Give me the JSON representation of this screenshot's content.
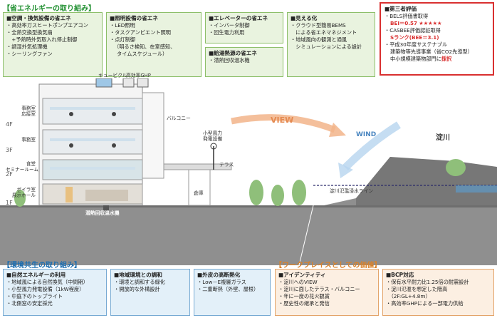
{
  "energy": {
    "header": "【省エネルギーの取り組み】",
    "hvac": {
      "title": "■空調・換気設備の省エネ",
      "lines": [
        "・高効率ガスヒートポンプエアコン",
        "・全熱交換型換気扇",
        "　+予熱時外気取入れ停止制御",
        "・調湿外気処理機",
        "・シーリングファン"
      ]
    },
    "lighting": {
      "title": "■照明設備の省エネ",
      "lines": [
        "・LED照明",
        "・タスクアンビエント照明",
        "・点灯制御",
        "（明るさ検知、在室感知、",
        "タイムスケジュール）"
      ]
    },
    "elevator": {
      "title": "■エレベーターの省エネ",
      "lines": [
        "・インバータ制御",
        "・回生電力利用"
      ]
    },
    "hotwater": {
      "title": "■給湯熱源の省エネ",
      "lines": [
        "・潜熱回収温水機"
      ]
    },
    "visual": {
      "title": "■見える化",
      "lines": [
        "・クラウド型簡易BEMS",
        "　による省エネマネジメント",
        "・地域風向の観測と通風",
        "　シミュレーションによる設計"
      ]
    }
  },
  "evaluation": {
    "title": "■第三者評価",
    "bels": "・BELS評価書取得",
    "bei_value": "BEI＝0.57",
    "stars": "★★★★★",
    "casbee": "・CASBEE評価認証取得",
    "s_rank": "Sランク(BEE＝3.1)",
    "h30": "・平成30年度サステナブル",
    "h30_2": "建築物等先導事業（省CO2先導型）",
    "h30_3": "中小規模建築物部門に",
    "adopted": "採択"
  },
  "diagram": {
    "cubicle": "キュービクル",
    "ghp": "高効率GHP",
    "balcony": "バルコニー",
    "wind_turbine": "小型風力\n発電設備",
    "terrace": "テラス",
    "warehouse": "倉庫",
    "latent_heat": "潜熱回収温水機",
    "view": "VIEW",
    "wind": "WIND",
    "river": "淀川",
    "flood_line": "淀川氾濫浸水ライン",
    "floors": [
      {
        "level": "4F",
        "label": "事務室\n応接室"
      },
      {
        "level": "3F",
        "label": "事務室"
      },
      {
        "level": "2F",
        "label": "食堂\nセミナールーム"
      },
      {
        "level": "1F",
        "label": "ボイラ室\n展示ホール"
      }
    ]
  },
  "environment": {
    "header": "【環境共生の取り組み】",
    "natural": {
      "title": "■自然エネルギーの利用",
      "lines": [
        "・地域風による自然換気（中間期）",
        "・小型風力発電設備（1kW程度）",
        "・中庭下のトップライト",
        "・北側窓の安定採光"
      ]
    },
    "regional": {
      "title": "■地域環境との調和",
      "lines": [
        "・環境と調和する緑化",
        "・開放的な外構設計"
      ]
    },
    "skin": {
      "title": "■外皮の高断熱化",
      "lines": [
        "・Low－E複層ガラス",
        "・二重断熱（外壁、屋根）"
      ]
    }
  },
  "workplace": {
    "header": "【ワークプレイスとしての価値】",
    "identity": {
      "title": "■アイデンティティ",
      "lines": [
        "・淀川へのVIEW",
        "・淀川に面したテラス・バルコニー",
        "・年に一度の花火観賞",
        "・歴史性の継承と発信"
      ]
    },
    "bcp": {
      "title": "■BCP対応",
      "lines": [
        "・保有水平耐力比1.25倍の耐震設計",
        "・淀川氾濫を想定した階高",
        "　（2F:GL+4.8m）",
        "・高効率GHPによる一部電力供給"
      ]
    }
  },
  "colors": {
    "green": "#1f8f2f",
    "blue": "#1f6fb0",
    "orange": "#d9822b",
    "red": "#d93030"
  }
}
